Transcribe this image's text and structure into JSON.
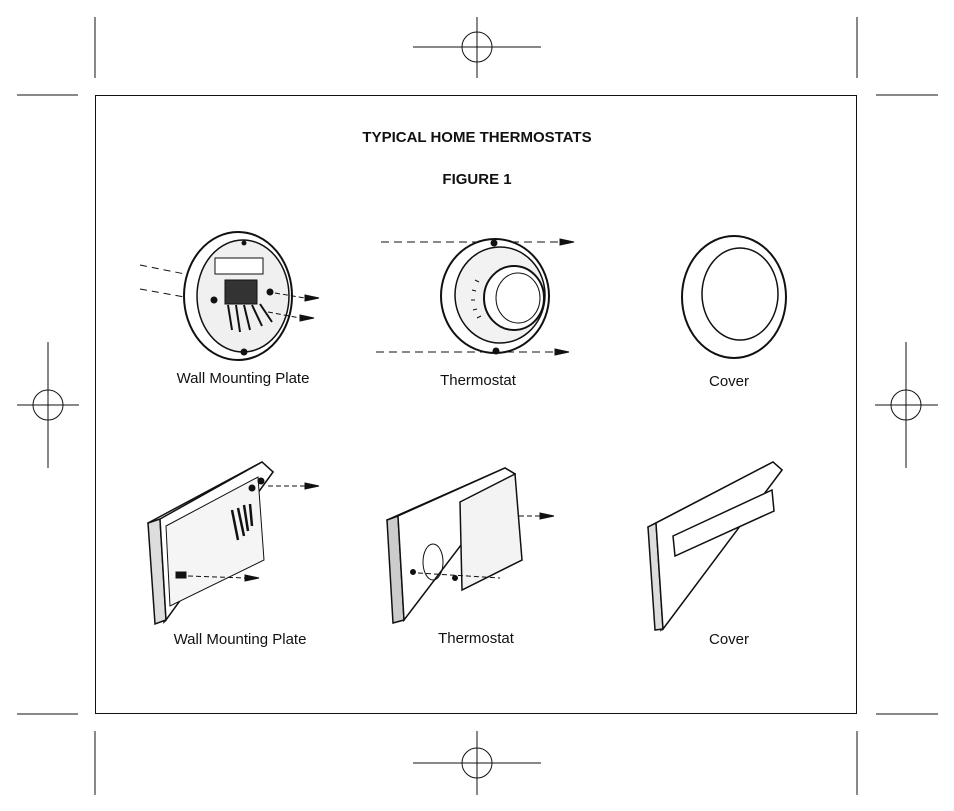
{
  "document": {
    "title": "TYPICAL HOME THERMOSTATS",
    "figure_label": "FIGURE 1"
  },
  "round_models": {
    "labels": [
      "Wall Mounting Plate",
      "Thermostat",
      "Cover"
    ]
  },
  "rectangular_models": {
    "labels": [
      "Wall Mounting Plate",
      "Thermostat",
      "Cover"
    ]
  }
}
